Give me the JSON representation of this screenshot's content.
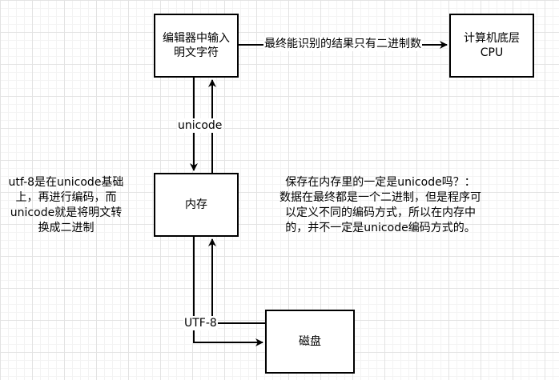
{
  "nodes": {
    "editor": "编辑器中输入\n明文字符",
    "cpu": "计算机底层\nCPU",
    "memory": "内存",
    "disk": "磁盘"
  },
  "edges": {
    "editor_to_cpu": "最终能识别的结果只有二进制数",
    "editor_memory": "unicode",
    "memory_disk": "UTF-8"
  },
  "notes": {
    "left": "utf-8是在unicode基础\n上，再进行编码，而\nunicode就是将明文转\n换成二进制",
    "right": "保存在内存里的一定是unicode吗？：\n数据在最终都是一个二进制，但是程序可\n以定义不同的编码方式，所以在内存中\n的，并不一定是unicode编码方式的。"
  }
}
